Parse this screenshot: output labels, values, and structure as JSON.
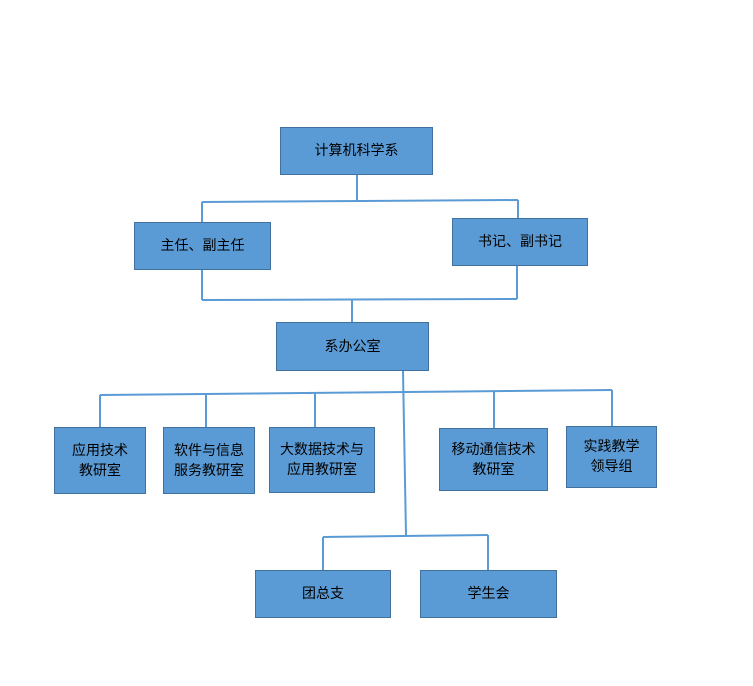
{
  "org_chart": {
    "root": {
      "label": "计算机科学系"
    },
    "director": {
      "label": "主任、副主任"
    },
    "secretary": {
      "label": "书记、副书记"
    },
    "office": {
      "label": "系办公室"
    },
    "units": {
      "app_tech": {
        "line1": "应用技术",
        "line2": "教研室"
      },
      "software": {
        "line1": "软件与信息",
        "line2": "服务教研室"
      },
      "bigdata": {
        "line1": "大数据技术与",
        "line2": "应用教研室"
      },
      "mobile": {
        "line1": "移动通信技术",
        "line2": "教研室"
      },
      "practice": {
        "line1": "实践教学",
        "line2": "领导组"
      }
    },
    "youth_league": {
      "label": "团总支"
    },
    "student_union": {
      "label": "学生会"
    }
  },
  "colors": {
    "box_fill": "#5b9bd5",
    "box_border": "#41719c",
    "connector": "#5b9bd5"
  }
}
